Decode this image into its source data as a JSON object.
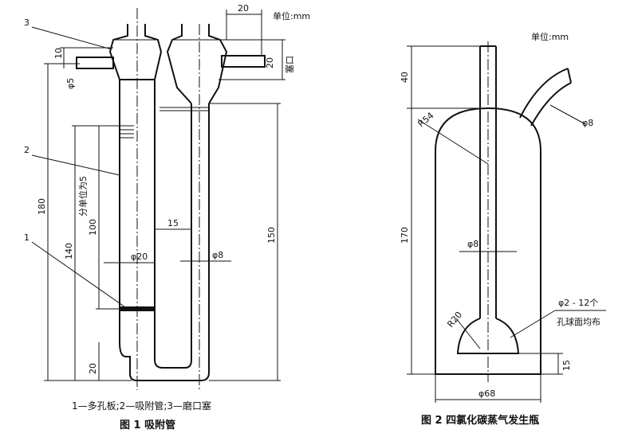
{
  "fig1": {
    "unit": "单位:mm",
    "callouts": [
      "3",
      "2",
      "1"
    ],
    "dims": {
      "d20top": "20",
      "d10": "10",
      "d20plug": "20",
      "plug": "塞口",
      "phi5": "φ5",
      "d180": "180",
      "d140": "140",
      "d100": "100",
      "scale": "分单位为5",
      "d15": "15",
      "d150": "150",
      "phi20": "φ20",
      "phi8": "φ8",
      "d20bot": "20"
    },
    "legend": "1—多孔板;2—吸附管;3—磨口塞",
    "caption": "图 1   吸附管"
  },
  "fig2": {
    "unit": "单位:mm",
    "dims": {
      "d40": "40",
      "r54": "R54",
      "phi8side": "φ8",
      "d170": "170",
      "phi8": "φ8",
      "holes1": "φ2 - 12个",
      "holes2": "孔球面均布",
      "r20": "R20",
      "d15": "15",
      "phi68": "φ68"
    },
    "caption": "图 2   四氯化碳蒸气发生瓶"
  }
}
